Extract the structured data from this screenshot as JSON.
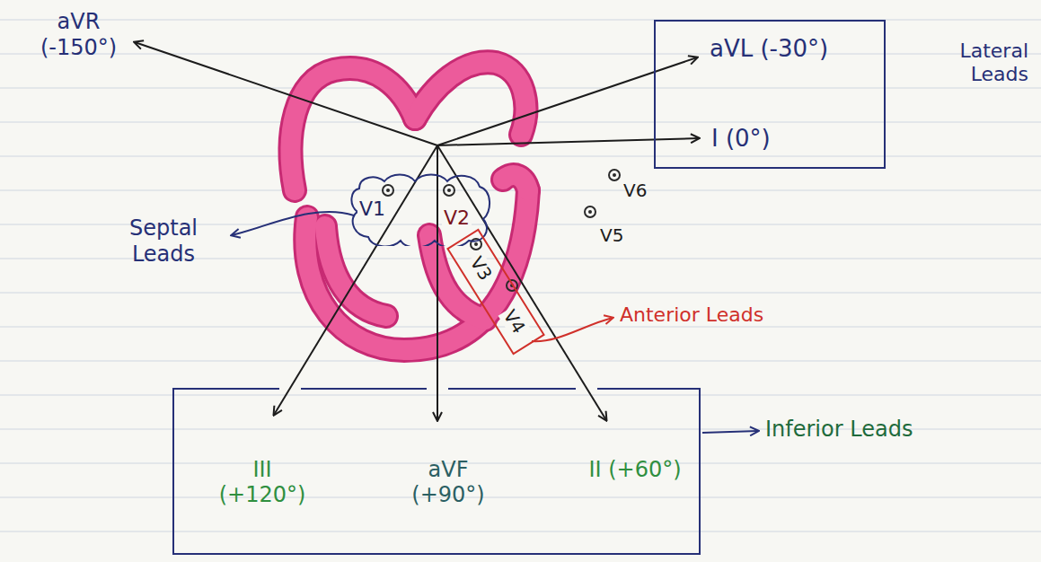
{
  "diagram": {
    "nodes": [
      {
        "text": [
          "aVL (-30°)",
          "I (0°)"
        ]
      },
      {
        "text": [
          "V1",
          "V2"
        ]
      },
      {
        "text": [
          "V3",
          "V4"
        ]
      },
      {
        "text": [
          "III (+120°)",
          "aVF (+90°)",
          "II (+60°)"
        ]
      }
    ],
    "labels": [
      "aVR (-150°)",
      "Lateral Leads",
      "V6",
      "Septal Leads",
      "V5",
      "Anterior Leads",
      "Inferior Leads"
    ]
  }
}
